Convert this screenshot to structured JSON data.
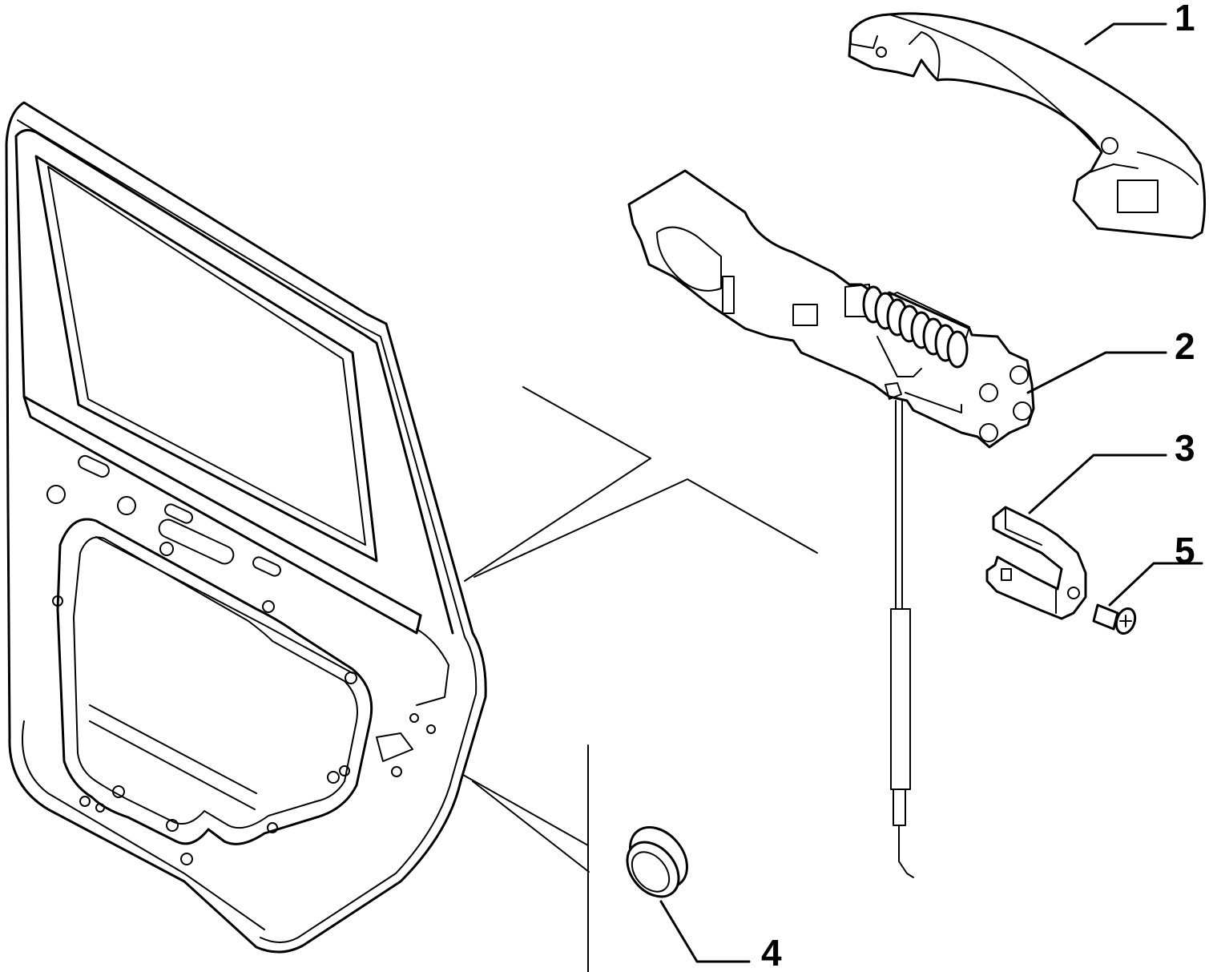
{
  "callouts": [
    {
      "label": "1",
      "part": "outer-door-handle"
    },
    {
      "label": "2",
      "part": "handle-mechanism-with-cable"
    },
    {
      "label": "3",
      "part": "handle-bracket"
    },
    {
      "label": "4",
      "part": "plug"
    },
    {
      "label": "5",
      "part": "screw"
    }
  ]
}
